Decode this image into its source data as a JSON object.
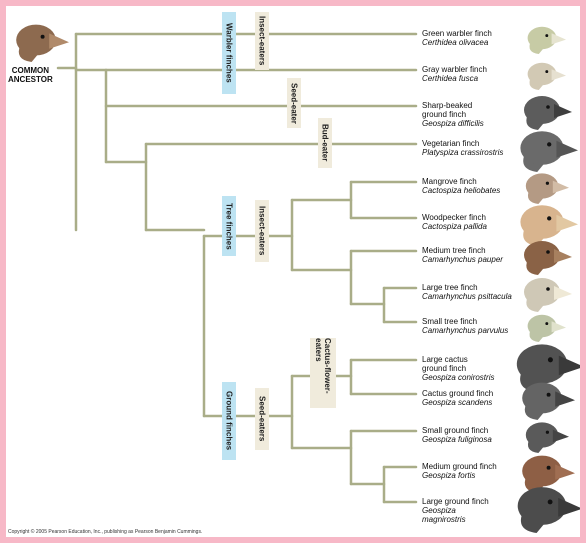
{
  "ancestor": {
    "label_line1": "COMMON",
    "label_line2": "ANCESTOR"
  },
  "groups": {
    "warbler": "Warbler finches",
    "tree": "Tree finches",
    "ground": "Ground finches"
  },
  "diets": {
    "insect_eaters_top": "Insect-eaters",
    "seed_eater": "Seed-eater",
    "bud_eater": "Bud-eater",
    "insect_eaters_tree": "Insect-eaters",
    "cactus_flower_eaters": "Cactus-flower-eaters",
    "seed_eaters_ground": "Seed-eaters"
  },
  "species": [
    {
      "common": "Green warbler finch",
      "sci": "Certhidea olivacea",
      "color": "#c7cba5"
    },
    {
      "common": "Gray warbler finch",
      "sci": "Certhidea fusca",
      "color": "#d2c9b4"
    },
    {
      "common": "Sharp-beaked ground finch",
      "sci": "Geospiza difficilis",
      "color": "#5c5c5c"
    },
    {
      "common": "Vegetarian finch",
      "sci": "Platyspiza crassirostris",
      "color": "#6a6a6a"
    },
    {
      "common": "Mangrove finch",
      "sci": "Cactospiza heliobates",
      "color": "#b49a84"
    },
    {
      "common": "Woodpecker finch",
      "sci": "Cactospiza pallida",
      "color": "#d8b48e"
    },
    {
      "common": "Medium tree finch",
      "sci": "Camarhynchus pauper",
      "color": "#8a6246"
    },
    {
      "common": "Large tree finch",
      "sci": "Camarhynchus psittacula",
      "color": "#cfc8b6"
    },
    {
      "common": "Small tree finch",
      "sci": "Camarhynchus parvulus",
      "color": "#bdc4a6"
    },
    {
      "common": "Large cactus ground finch",
      "sci": "Geospiza conirostris",
      "color": "#525252"
    },
    {
      "common": "Cactus ground finch",
      "sci": "Geospiza scandens",
      "color": "#646464"
    },
    {
      "common": "Small ground finch",
      "sci": "Geospiza fuliginosa",
      "color": "#5a5a5a"
    },
    {
      "common": "Medium ground finch",
      "sci": "Geospiza fortis",
      "color": "#8e5f45"
    },
    {
      "common": "Large ground finch",
      "sci": "Geospiza magnirostris",
      "color": "#4c4c4c"
    }
  ],
  "ancestor_bird_color": "#8d6a4f",
  "line_color": "#a9ad88",
  "footer": "Copyright © 2005 Pearson Education, Inc., publishing as Pearson Benjamin Cummings."
}
